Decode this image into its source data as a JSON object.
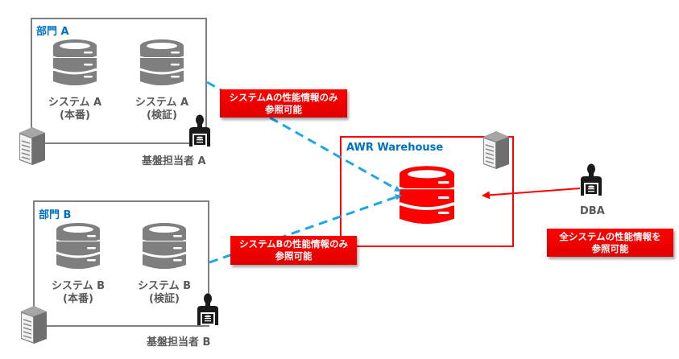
{
  "departments": [
    {
      "title": "部門 A",
      "systems": [
        {
          "line1": "システム A",
          "line2": "(本番)"
        },
        {
          "line1": "システム A",
          "line2": "(検証)"
        }
      ],
      "operator": "基盤担当者 A",
      "callout": {
        "line1": "システムAの性能情報のみ",
        "line2": "参照可能"
      }
    },
    {
      "title": "部門 B",
      "systems": [
        {
          "line1": "システム B",
          "line2": "(本番)"
        },
        {
          "line1": "システム B",
          "line2": "(検証)"
        }
      ],
      "operator": "基盤担当者 B",
      "callout": {
        "line1": "システムBの性能情報のみ",
        "line2": "参照可能"
      }
    }
  ],
  "warehouse": {
    "title": "AWR Warehouse"
  },
  "dba": {
    "label": "DBA",
    "callout": {
      "line1": "全システムの性能情報を",
      "line2": "参照可能"
    }
  },
  "colors": {
    "dept_title": "#0070c0",
    "db_gray": "#7f7f7f",
    "db_red": "#ff0000",
    "callout_red": "#ff0000",
    "dashed_arrow": "#1aa7e6",
    "dba_arrow": "#ff0000"
  }
}
